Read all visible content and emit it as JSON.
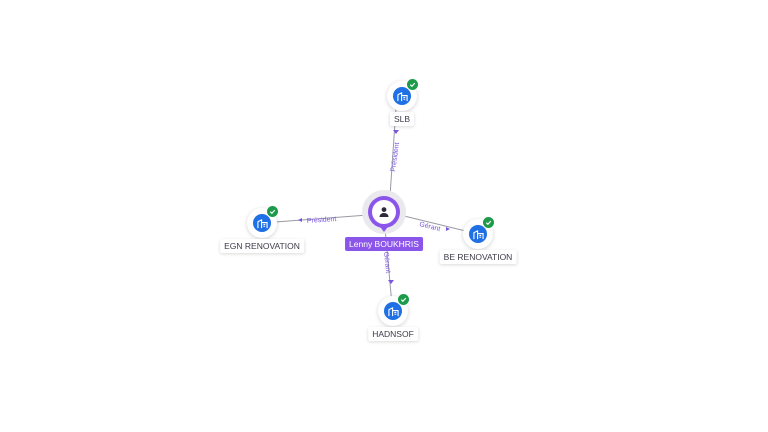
{
  "center": {
    "name": "Lenny BOUKHRIS",
    "icon": "person-icon"
  },
  "companies": [
    {
      "key": "slb",
      "name": "SLB",
      "relation": "Président",
      "icon": "building-icon",
      "verified": true
    },
    {
      "key": "egn",
      "name": "EGN RENOVATION",
      "relation": "Président",
      "icon": "building-icon",
      "verified": true
    },
    {
      "key": "be",
      "name": "BE RENOVATION",
      "relation": "Gérant",
      "icon": "building-icon",
      "verified": true
    },
    {
      "key": "hadnsof",
      "name": "HADNSOF",
      "relation": "Gérant",
      "icon": "building-icon",
      "verified": true
    }
  ],
  "colors": {
    "accent": "#8b55ea",
    "company": "#1f6fe5",
    "verified": "#1d9b4b",
    "edge": "#9a9aa6"
  }
}
